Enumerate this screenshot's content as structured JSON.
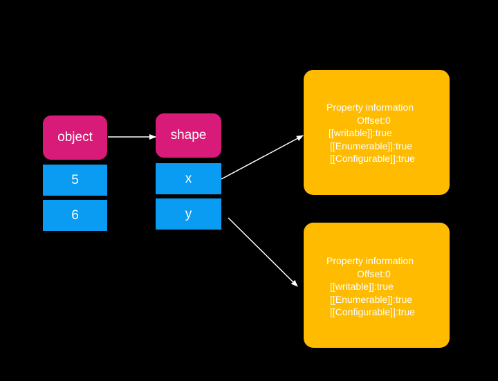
{
  "diagram": {
    "object_label": "object",
    "object_values": [
      "5",
      "6"
    ],
    "shape_label": "shape",
    "shape_keys": [
      "x",
      "y"
    ],
    "property_boxes": [
      {
        "title": "Property information",
        "offset": "Offset:0",
        "writable": "[[writable]]:true",
        "enumerable": "[[Enumerable]]:true",
        "configurable": "[[Configurable]]:true"
      },
      {
        "title": "Property information",
        "offset": "Offset:0",
        "writable": "[[writable]]:true",
        "enumerable": "[[Enumerable]]:true",
        "configurable": "[[Configurable]]:true"
      }
    ],
    "colors": {
      "background": "#000000",
      "object_node": "#d81b78",
      "slot_node": "#0a9cf2",
      "property_box": "#ffbb00",
      "arrow": "#ffffff"
    }
  }
}
